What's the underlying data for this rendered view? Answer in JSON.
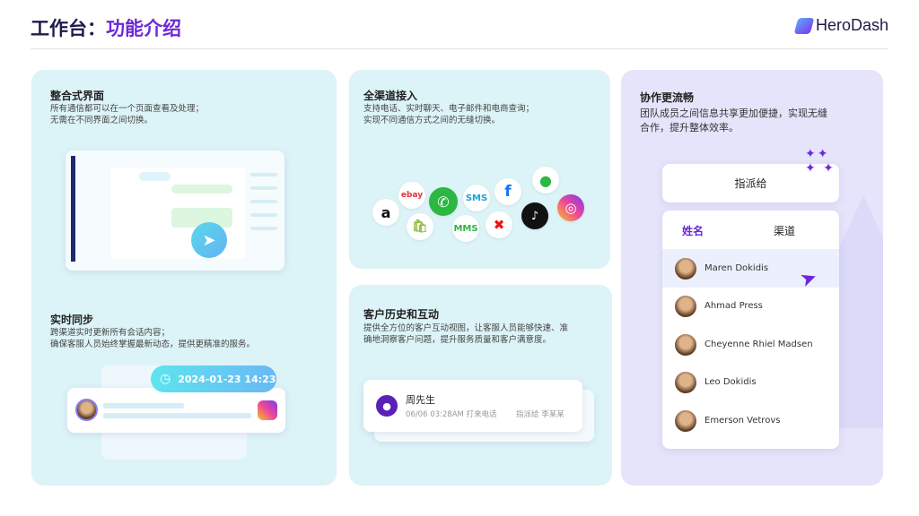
{
  "header": {
    "title_prefix": "工作台：",
    "title_accent": "功能介绍",
    "logo": "HeroDash"
  },
  "cards": {
    "unified": {
      "title": "整合式界面",
      "desc1": "所有通信都可以在一个页面查看及处理；",
      "desc2": "无需在不同界面之间切换。"
    },
    "sync": {
      "title": "实时同步",
      "desc1": "跨渠道实时更新所有会话内容；",
      "desc2": "确保客服人员始终掌握最新动态，提供更精准的服务。",
      "timestamp": "2024-01-23 14:23"
    },
    "omni": {
      "title": "全渠道接入",
      "desc1": "支持电话、实时聊天、电子邮件和电商查询；",
      "desc2": "实现不同通信方式之间的无缝切换。",
      "channels": [
        "amazon",
        "ebay",
        "shopify",
        "whatsapp",
        "SMS",
        "MMS",
        "facebook",
        "other",
        "tiktok-shop",
        "wechat",
        "instagram"
      ],
      "sms": "SMS",
      "mms": "MMS",
      "ebay": "ebay",
      "amazon": "a"
    },
    "history": {
      "title": "客户历史和互动",
      "desc1": "提供全方位的客户互动视图，让客服人员能够快速、准",
      "desc2": "确地洞察客户问题，提升服务质量和客户满意度。",
      "record": {
        "name": "周先生",
        "time": "06/06 03:28AM 打来电话",
        "assign": "指派给 李某某"
      }
    },
    "collab": {
      "title": "协作更流畅",
      "desc1": "团队成员之间信息共享更加便捷，实现无缝",
      "desc2": "合作，提升整体效率。",
      "assign_label": "指派给",
      "col_name": "姓名",
      "col_channel": "渠道",
      "people": [
        "Maren Dokidis",
        "Ahmad Press",
        "Cheyenne Rhiel Madsen",
        "Leo Dokidis",
        "Emerson Vetrovs"
      ]
    }
  },
  "colors": {
    "accent": "#6d28d9",
    "card": "#dcf3f7",
    "card_collab": "#e5e4fb"
  }
}
